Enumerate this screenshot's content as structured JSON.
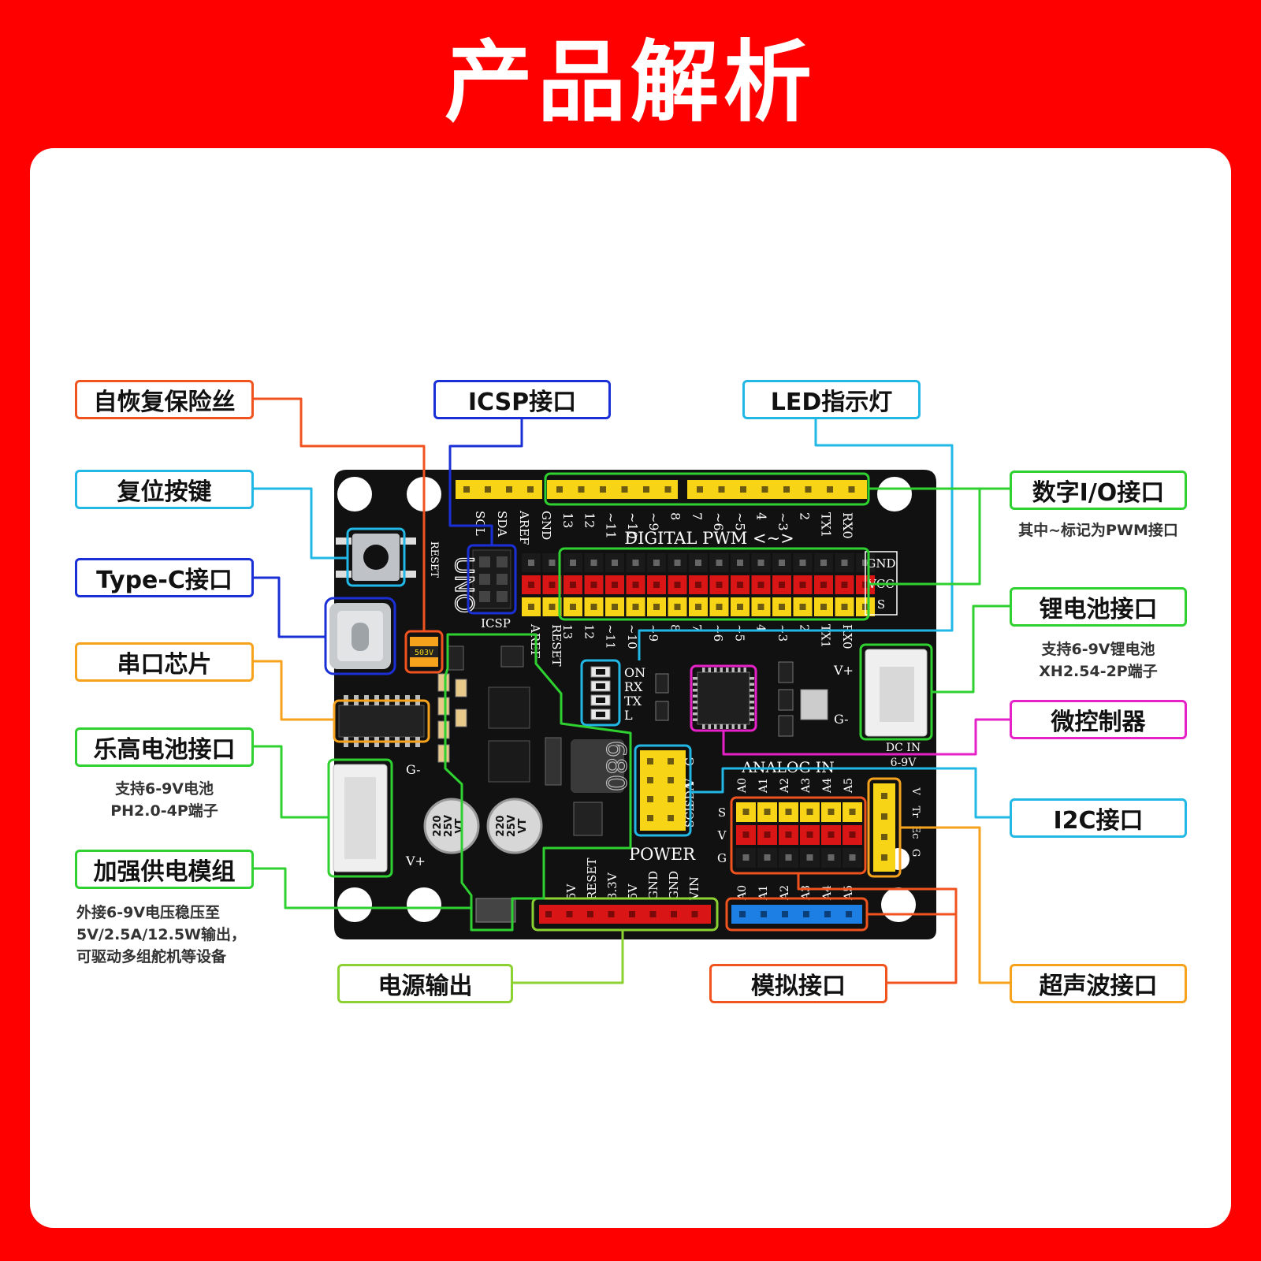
{
  "page": {
    "title": "产品解析"
  },
  "colors": {
    "red": "#fe0000",
    "orange_red": "#f0531e",
    "cyan": "#21b8e6",
    "blue": "#1a2fd6",
    "orange": "#f7a21d",
    "green": "#2ed12f",
    "lime": "#8bd132",
    "magenta": "#e621c8",
    "board": "#111111",
    "header_yellow": "#f7d516",
    "header_red": "#d91516",
    "header_blue": "#1d7ee3"
  },
  "labels": {
    "fuse": "自恢复保险丝",
    "reset": "复位按键",
    "typec": "Type-C接口",
    "serial": "串口芯片",
    "lego": "乐高电池接口",
    "lego_note": [
      "支持6-9V电池",
      "PH2.0-4P端子"
    ],
    "power_module": "加强供电模组",
    "power_module_note": [
      "外接6-9V电压稳压至",
      "5V/2.5A/12.5W输出，",
      "可驱动多组舵机等设备"
    ],
    "icsp": "ICSP接口",
    "led": "LED指示灯",
    "digital": "数字I/O接口",
    "digital_note": "其中~标记为PWM接口",
    "lithium": "锂电池接口",
    "lithium_note": [
      "支持6-9V锂电池",
      "XH2.54-2P端子"
    ],
    "mcu": "微控制器",
    "i2c": "I2C接口",
    "power_out": "电源输出",
    "analog": "模拟接口",
    "ultrasonic": "超声波接口"
  },
  "board": {
    "digital_pins": [
      "13",
      "12",
      "~11",
      "~10",
      "~9",
      "8",
      "7",
      "~6",
      "~5",
      "4",
      "~3",
      "2",
      "TX1",
      "RX0"
    ],
    "left_pins": [
      "SCL",
      "SDA",
      "AREF",
      "GND"
    ],
    "digital_title": "DIGITAL PWM <~>",
    "uno": "UNO",
    "icsp": "ICSP",
    "reset": "RESET",
    "gsv": [
      "GND",
      "VCC",
      "S"
    ],
    "left_side": [
      "AREF",
      "RESET"
    ],
    "led_labels": [
      "ON",
      "RX",
      "TX",
      "L"
    ],
    "analog_title": "ANALOG IN",
    "analog_pins": [
      "A0",
      "A1",
      "A2",
      "A3",
      "A4",
      "A5"
    ],
    "power_pins": [
      "5V",
      "RESET",
      "3.3V",
      "5V",
      "GND",
      "GND",
      "VIN"
    ],
    "power_title": "POWER",
    "i2c_pins": [
      "SCL",
      "SDA",
      "V",
      "G"
    ],
    "ultra_pins": [
      "V",
      "Tr",
      "Ec",
      "G"
    ],
    "svg_side": [
      "S",
      "V",
      "G"
    ],
    "vplus": "V+",
    "gminus": "G-",
    "dcin": [
      "DC IN",
      "6-9V"
    ],
    "lego_side": [
      "G-",
      "V+"
    ],
    "inductor": "680",
    "cap": [
      "220",
      "25V",
      "VT"
    ],
    "fuse_code": "503V"
  }
}
